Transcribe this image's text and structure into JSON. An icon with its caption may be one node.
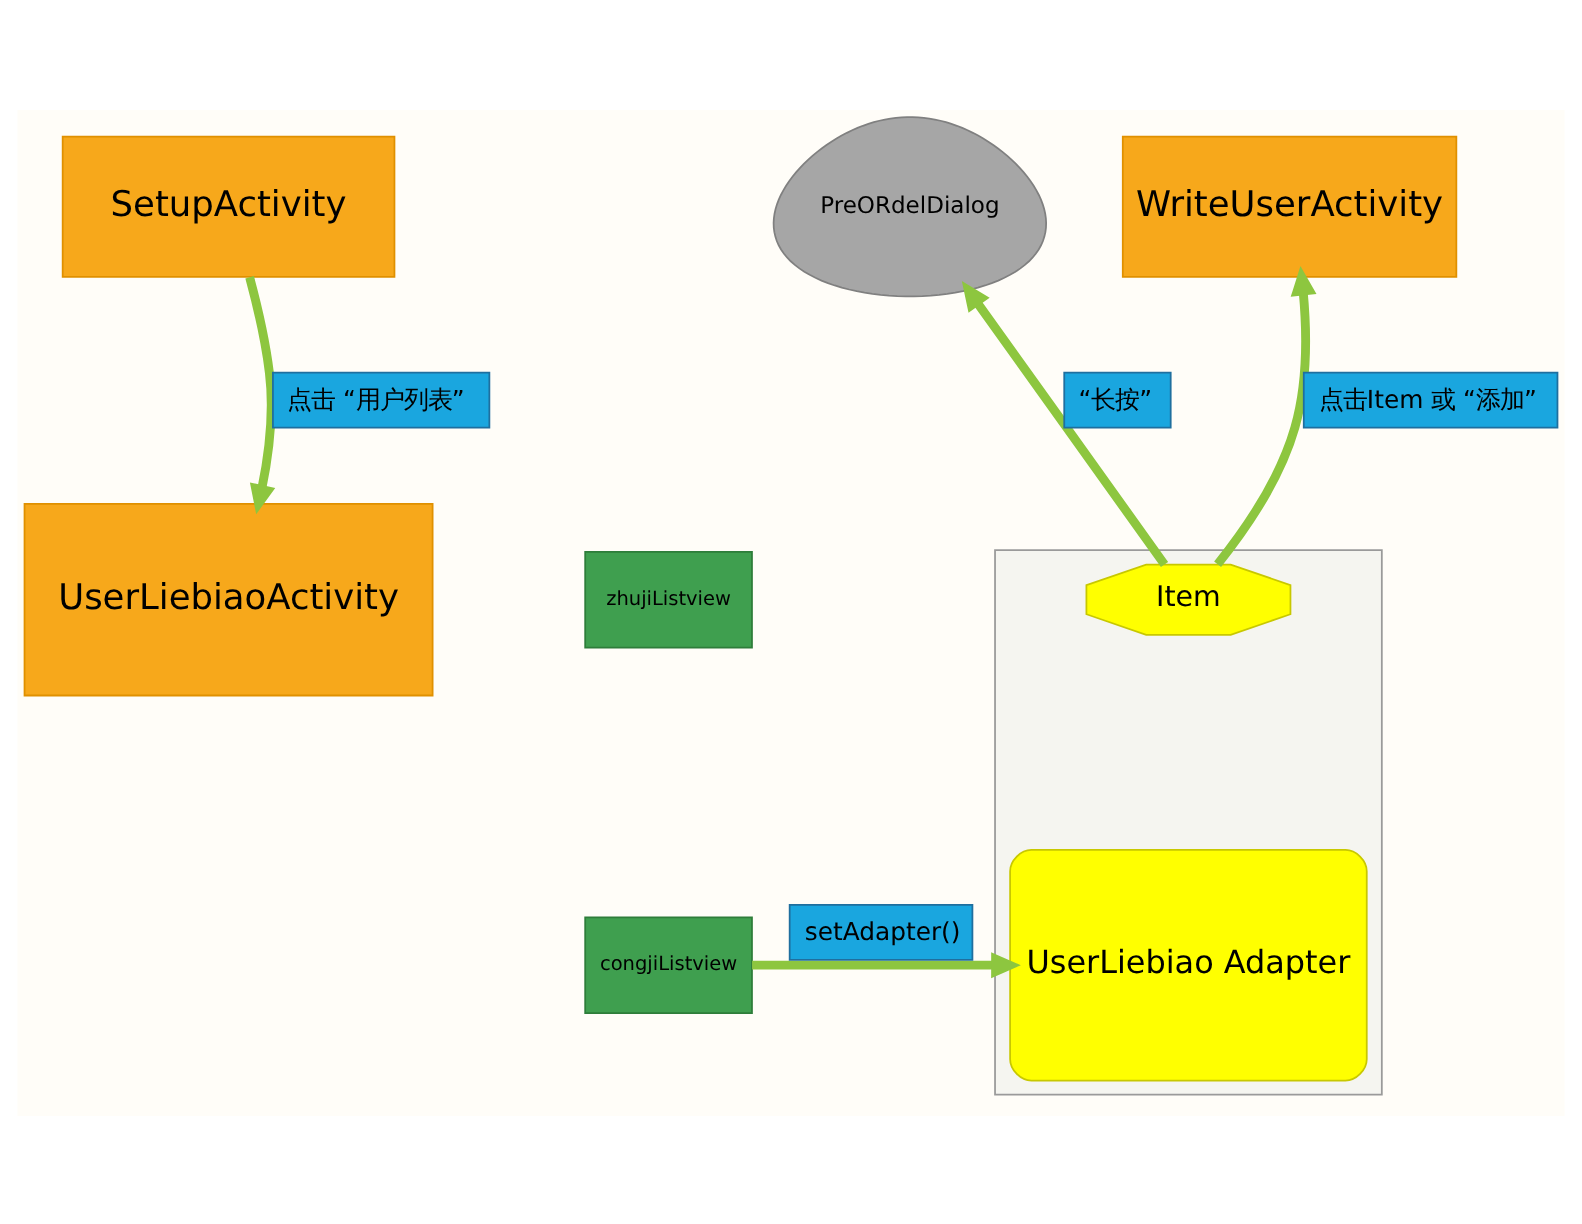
{
  "diagram": {
    "nodes": [
      {
        "text": [
          "SetupActivity"
        ]
      },
      {
        "text": [
          "PreORdelDialog"
        ]
      },
      {
        "text": [
          "WriteUserActivity"
        ]
      },
      {
        "text": [
          "UserLiebiaoActivity"
        ]
      },
      {
        "text": [
          "zhujiListview"
        ]
      },
      {
        "text": [
          "congjiListview"
        ]
      },
      {
        "text": [],
        "shape": "box"
      },
      {
        "text": [
          "Item"
        ],
        "in": 6
      },
      {
        "text": [
          "UserLiebiao Adapter"
        ],
        "in": 6
      }
    ],
    "edges": [
      {
        "from": 0,
        "to": 3,
        "arrow": "to",
        "label": "点击 “用户列表”"
      },
      {
        "from": 7,
        "to": 1,
        "arrow": "to",
        "label": "“长按”"
      },
      {
        "from": 7,
        "to": 2,
        "arrow": "to",
        "label": "点击Item 或 “添加”"
      },
      {
        "from": 5,
        "to": 8,
        "arrow": "to",
        "label": "setAdapter()"
      }
    ]
  }
}
